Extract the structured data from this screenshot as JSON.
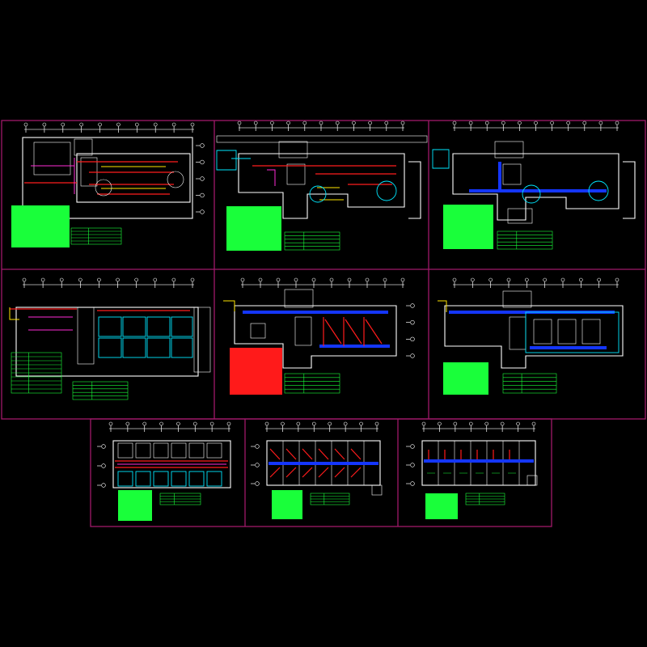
{
  "drawing": {
    "background": "#000000",
    "frame_color": "#a0196a",
    "duct_color": "#1436ff",
    "pipe_color": "#ff1c1c",
    "note_color": "#19ff3a",
    "wall_color": "#ffffff",
    "accent_color": "#00e8ff",
    "sheets": [
      {
        "id": "sheet-1"
      },
      {
        "id": "sheet-2"
      },
      {
        "id": "sheet-3"
      },
      {
        "id": "sheet-4"
      },
      {
        "id": "sheet-5"
      },
      {
        "id": "sheet-6"
      },
      {
        "id": "sheet-7"
      },
      {
        "id": "sheet-8"
      },
      {
        "id": "sheet-9"
      }
    ]
  }
}
